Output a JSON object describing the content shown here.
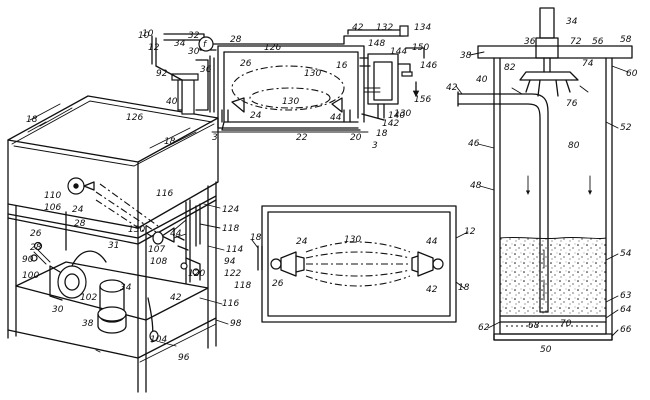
{
  "figures": {
    "perspective": {
      "labels": [
        "18",
        "126",
        "18",
        "116",
        "124",
        "118",
        "114",
        "94",
        "122",
        "118",
        "116",
        "98",
        "96",
        "110",
        "106",
        "24",
        "28",
        "130",
        "31",
        "26",
        "28",
        "90",
        "100",
        "102",
        "30",
        "34",
        "38",
        "42",
        "104",
        "44",
        "107",
        "108",
        "120",
        "10"
      ]
    },
    "schematic": {
      "labels": [
        "12",
        "34",
        "32",
        "f",
        "28",
        "30",
        "36",
        "126",
        "26",
        "130",
        "130",
        "16",
        "42",
        "132",
        "134",
        "144",
        "150",
        "146",
        "148",
        "156",
        "24",
        "44",
        "140",
        "142",
        "130",
        "18",
        "20",
        "22",
        "92",
        "40",
        "3",
        "3",
        "10"
      ]
    },
    "tank_top_view": {
      "labels": [
        "18",
        "24",
        "130",
        "44",
        "12",
        "26",
        "42",
        "18"
      ]
    },
    "filter_section": {
      "labels": [
        "34",
        "38",
        "36",
        "72",
        "56",
        "58",
        "60",
        "42",
        "40",
        "82",
        "74",
        "76",
        "46",
        "80",
        "52",
        "48",
        "54",
        "63",
        "64",
        "62",
        "68",
        "70",
        "66",
        "50"
      ]
    }
  }
}
